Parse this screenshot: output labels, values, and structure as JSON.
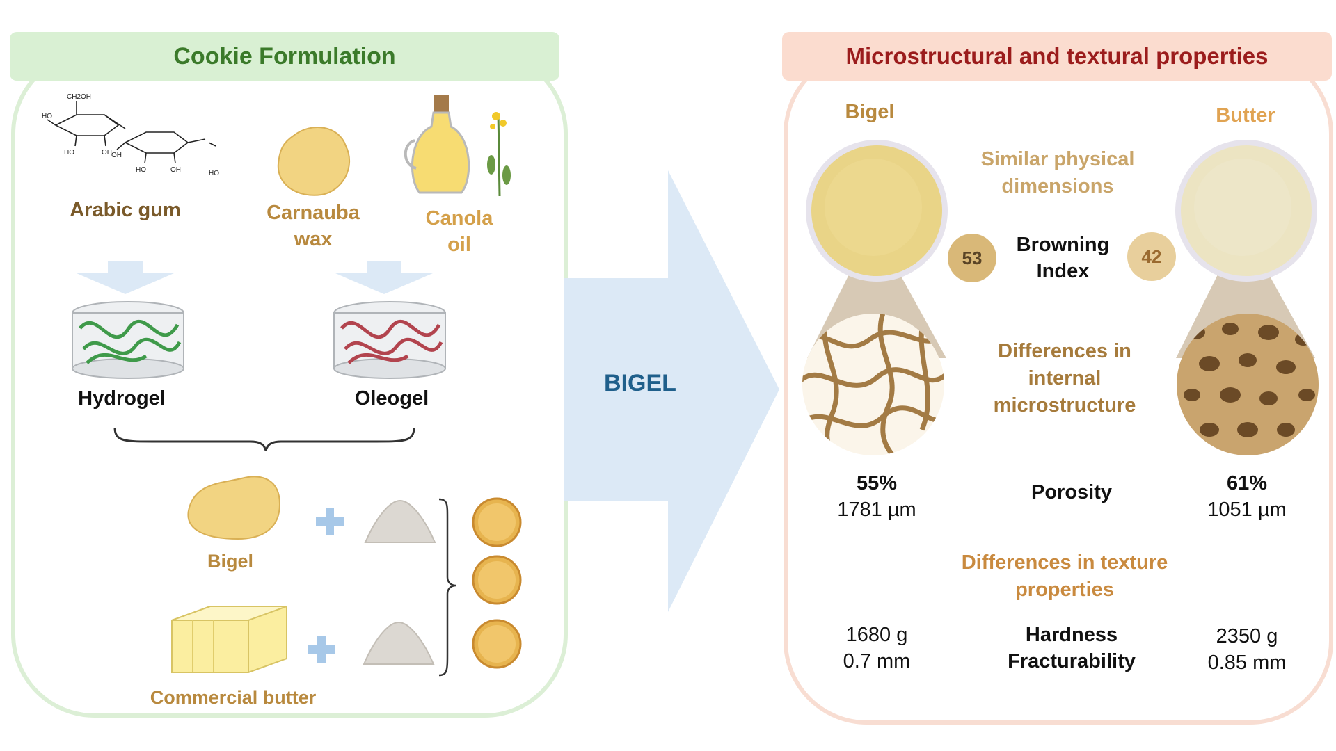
{
  "left": {
    "header": "Cookie Formulation",
    "arabic_gum": "Arabic gum",
    "carnauba_line1": "Carnauba",
    "carnauba_line2": "wax",
    "canola_line1": "Canola",
    "canola_line2": "oil",
    "hydrogel": "Hydrogel",
    "oleogel": "Oleogel",
    "bigel": "Bigel",
    "commercial_butter": "Commercial butter",
    "mol_labels": [
      "CH2OH",
      "HO",
      "HO",
      "OH",
      "OH",
      "HO",
      "OH",
      "HO"
    ]
  },
  "center": {
    "arrow_label": "BIGEL"
  },
  "right": {
    "header": "Microstructural and textural properties",
    "bigel_title": "Bigel",
    "butter_title": "Butter",
    "similar_line1": "Similar physical",
    "similar_line2": "dimensions",
    "browning_line1": "Browning",
    "browning_line2": "Index",
    "browning_bigel": "53",
    "browning_butter": "42",
    "diff_line1": "Differences in",
    "diff_line2": "internal",
    "diff_line3": "microstructure",
    "porosity_label": "Porosity",
    "bigel_porosity": "55%",
    "bigel_pore": "1781 µm",
    "butter_porosity": "61%",
    "butter_pore": "1051 µm",
    "texture_line1": "Differences in texture",
    "texture_line2": "properties",
    "hardness_label": "Hardness",
    "fracturability_label": "Fracturability",
    "bigel_hardness": "1680 g",
    "bigel_fracture": "0.7 mm",
    "butter_hardness": "2350 g",
    "butter_fracture": "0.85 mm"
  },
  "colors": {
    "left_accent": "#3b7a2a",
    "right_accent": "#9b1c1c",
    "arrow": "#dce9f6",
    "arrow_text": "#1f5f8b",
    "badge_bigel": "#d9b878",
    "badge_butter": "#e8cf9c"
  }
}
